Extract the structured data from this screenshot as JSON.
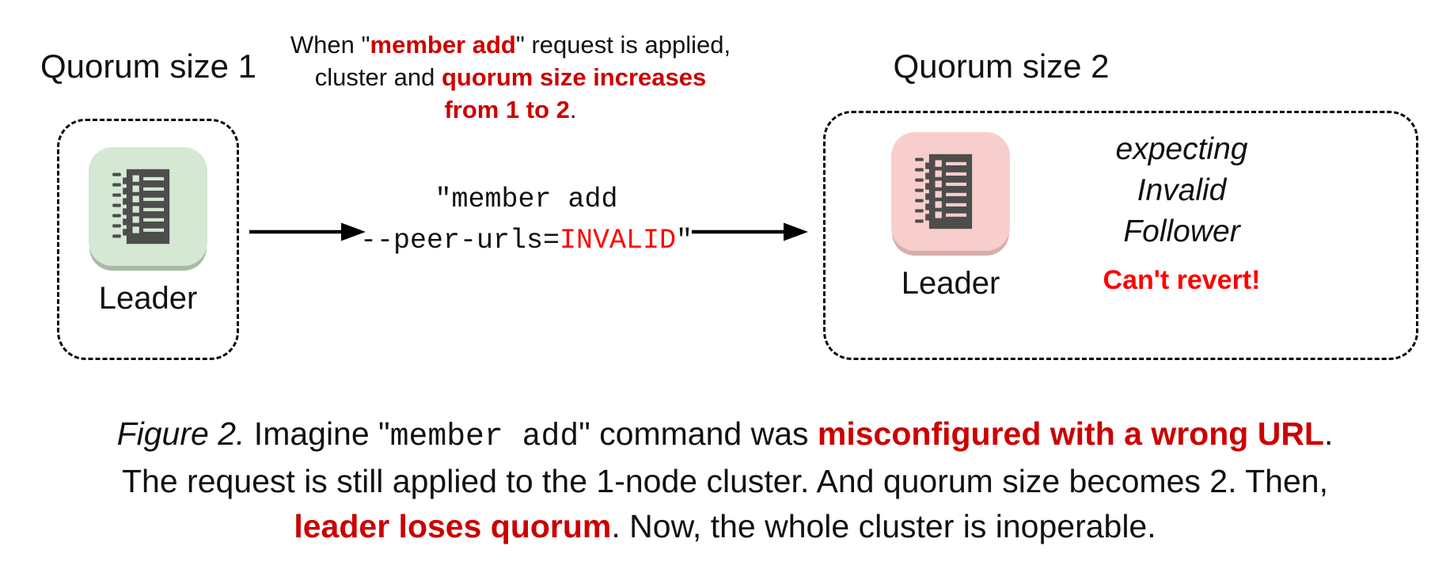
{
  "colors": {
    "accent_red": "#cc0000",
    "alert_red": "#ff0000",
    "node_green": "#d5e8d4",
    "node_green_shadow": "#a9bba3",
    "node_pink": "#f8cecc",
    "node_pink_shadow": "#d6aeab",
    "glyph_dark": "#4d4d4d",
    "stroke": "#000000"
  },
  "icons": {
    "left_node": "log-ledger-icon",
    "right_node": "log-ledger-icon",
    "arrow": "right-arrow-icon"
  },
  "left_panel": {
    "heading": "Quorum size 1",
    "node_label": "Leader"
  },
  "right_panel": {
    "heading": "Quorum size 2",
    "node_label": "Leader",
    "expecting": [
      "expecting",
      "Invalid",
      "Follower"
    ],
    "warning": "Can't revert!"
  },
  "annotation": {
    "line1": {
      "s1": "When \"",
      "em": "member add",
      "s2": "\" request is applied,"
    },
    "line2": {
      "s1": "cluster and ",
      "em": "quorum size increases"
    },
    "line3": {
      "em": "from 1 to 2",
      "s2": "."
    }
  },
  "command": {
    "line1": "\"member add",
    "line2": {
      "s1": "--peer-urls=",
      "em": "INVALID",
      "s2": "\""
    }
  },
  "caption": {
    "line1": {
      "fig": "Figure 2.",
      "s1": " Imagine \"",
      "cmd": "member add",
      "s2": "\" command was ",
      "em": "misconfigured with a wrong URL",
      "s3": "."
    },
    "line2": "The request is still applied to the 1-node cluster. And quorum size becomes 2. Then,",
    "line3": {
      "em": "leader loses quorum",
      "s1": ". Now, the whole cluster is inoperable."
    }
  }
}
